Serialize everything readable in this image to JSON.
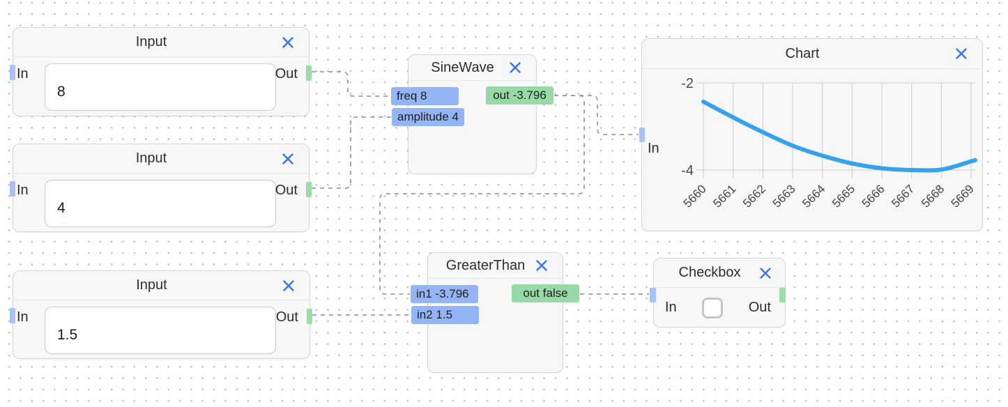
{
  "colors": {
    "close_x": "#3574f0",
    "pill_blue": "#93b5f6",
    "pill_green": "#98d9a8",
    "port_blue": "#a6c3f7",
    "port_green": "#9cdcab",
    "wire": "#9b9b9f",
    "chart_line": "#36a2eb",
    "grid_line": "#cbcbcd"
  },
  "nodes": {
    "input1": {
      "title": "Input",
      "in_label": "In",
      "out_label": "Out",
      "value": "8"
    },
    "input2": {
      "title": "Input",
      "in_label": "In",
      "out_label": "Out",
      "value": "4"
    },
    "input3": {
      "title": "Input",
      "in_label": "In",
      "out_label": "Out",
      "value": "1.5"
    },
    "sinewave": {
      "title": "SineWave",
      "inputs": [
        {
          "id": "freq",
          "label": "freq 8"
        },
        {
          "id": "amplitude",
          "label": "amplitude 4"
        }
      ],
      "outputs": [
        {
          "id": "out",
          "label": "out -3.796"
        }
      ]
    },
    "greaterthan": {
      "title": "GreaterThan",
      "inputs": [
        {
          "id": "in1",
          "label": "in1 -3.796"
        },
        {
          "id": "in2",
          "label": "in2 1.5"
        }
      ],
      "outputs": [
        {
          "id": "out",
          "label": "out false"
        }
      ]
    },
    "chart": {
      "title": "Chart",
      "in_label": "In"
    },
    "checkbox": {
      "title": "Checkbox",
      "in_label": "In",
      "out_label": "Out",
      "checked": false
    }
  },
  "connections": [
    {
      "from": "input1.Out",
      "to": "sinewave.freq"
    },
    {
      "from": "input2.Out",
      "to": "sinewave.amplitude"
    },
    {
      "from": "input3.Out",
      "to": "greaterthan.in2"
    },
    {
      "from": "sinewave.out",
      "to": "chart.In"
    },
    {
      "from": "sinewave.out",
      "to": "greaterthan.in1"
    },
    {
      "from": "greaterthan.out",
      "to": "checkbox.In"
    }
  ],
  "chart_data": {
    "type": "line",
    "title": "Chart",
    "categories": [
      "5660",
      "5661",
      "5662",
      "5663",
      "5664",
      "5665",
      "5666",
      "5667",
      "5668",
      "5669"
    ],
    "values": [
      -2.43,
      -2.79,
      -3.13,
      -3.44,
      -3.67,
      -3.85,
      -3.96,
      -4.0,
      -3.99,
      -3.8
    ],
    "series_name": "In",
    "xlabel": "",
    "ylabel": "",
    "yticks": [
      -2,
      -4
    ],
    "ylim_top": -2,
    "ylim_bottom": -4,
    "grid": true,
    "legend": "none",
    "x_tick_rotation": -45
  }
}
